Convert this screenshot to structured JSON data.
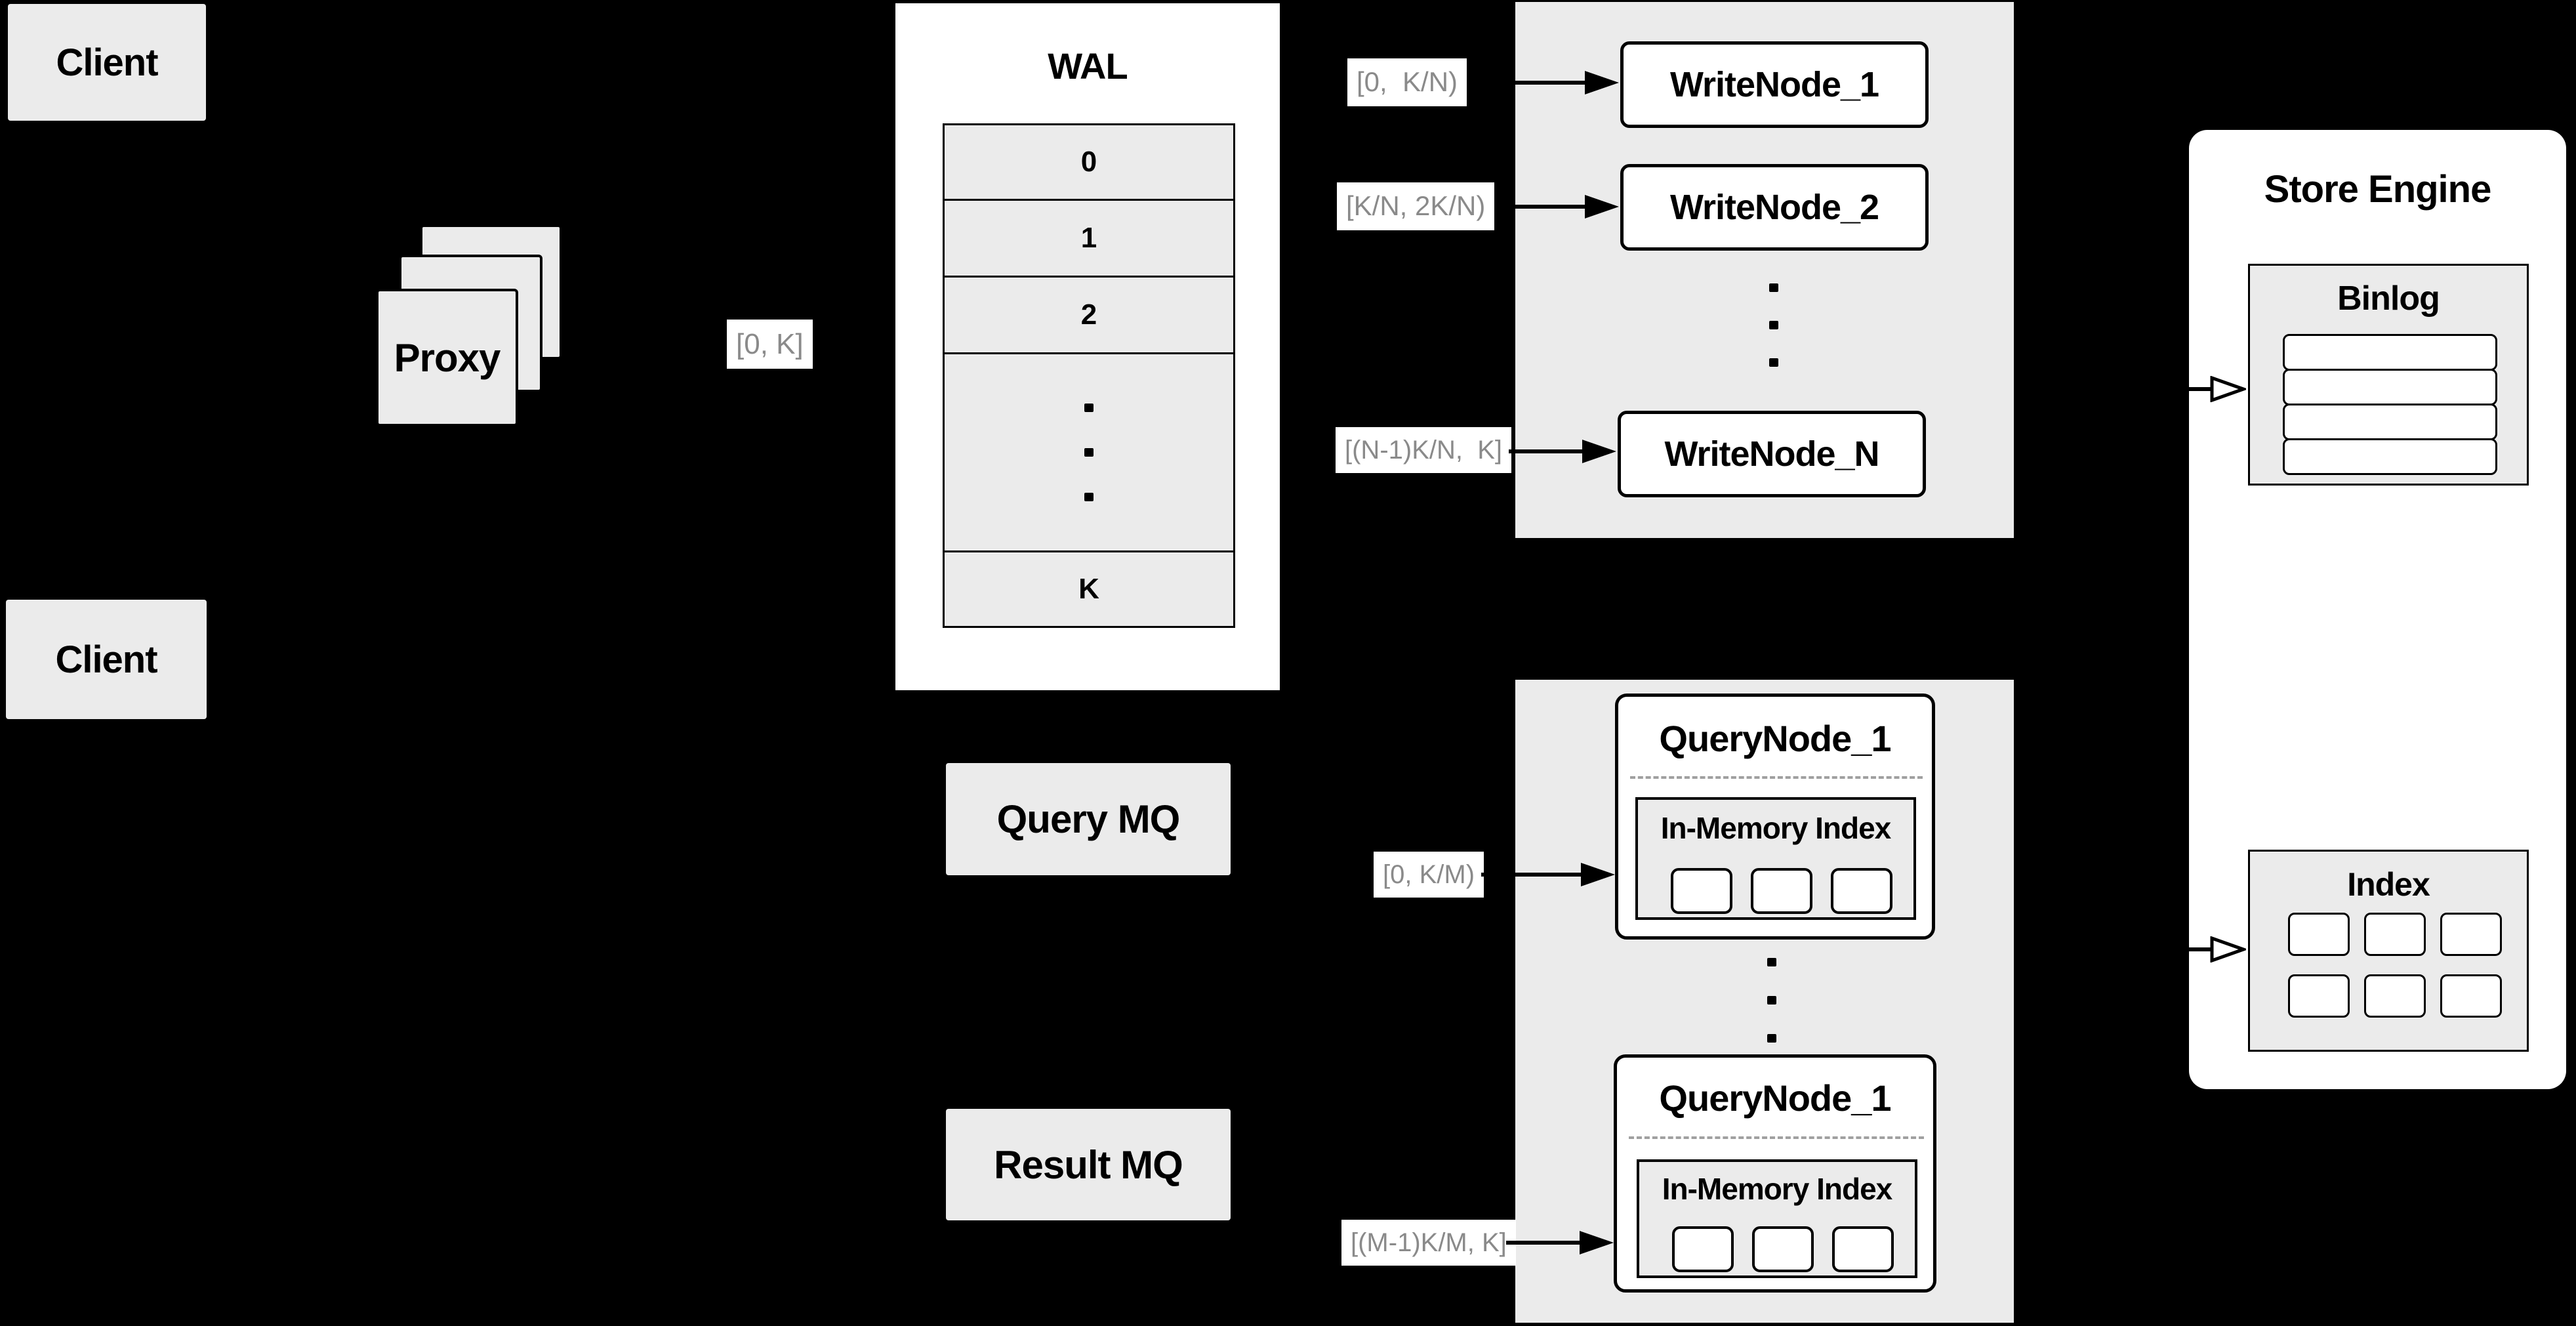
{
  "palette": {
    "background": "#000000",
    "panel_gray": "#ebebeb",
    "node_white": "#ffffff",
    "border_black": "#000000",
    "edge_label_text": "#8a8a8a"
  },
  "nodes": {
    "client_top": "Client",
    "client_bottom": "Client",
    "proxy": "Proxy",
    "wal": {
      "title": "WAL",
      "rows": [
        "0",
        "1",
        "2",
        "K"
      ]
    },
    "write_group": {
      "nodes": [
        "WriteNode_1",
        "WriteNode_2",
        "WriteNode_N"
      ]
    },
    "store_engine": {
      "title": "Store Engine",
      "binlog": "Binlog",
      "index": "Index"
    },
    "query_mq": "Query MQ",
    "result_mq": "Result MQ",
    "query_group": {
      "nodes": [
        {
          "title": "QueryNode_1",
          "inner": "In-Memory Index"
        },
        {
          "title": "QueryNode_1",
          "inner": "In-Memory Index"
        }
      ]
    }
  },
  "edge_labels": {
    "proxy_to_wal": "[0, K]",
    "wal_to_write_1": "[0,  K/N)",
    "wal_to_write_2": "[K/N, 2K/N)",
    "wal_to_write_n": "[(N-1)K/N,  K]",
    "query_to_node_1": "[0, K/M)",
    "query_to_node_m": "[(M-1)K/M, K]"
  }
}
